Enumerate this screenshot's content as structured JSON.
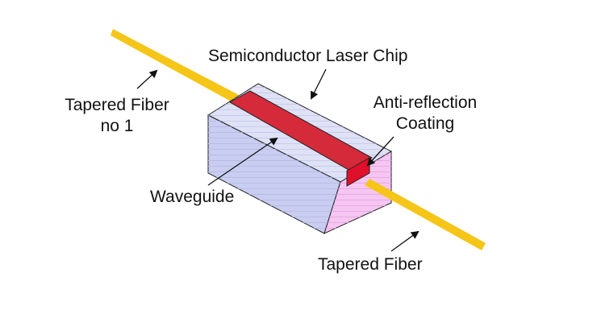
{
  "labels": {
    "chip": "Semiconductor Laser Chip",
    "fiber1_line1": "Tapered Fiber",
    "fiber1_line2": "no 1",
    "ar_line1": "Anti-reflection",
    "ar_line2": "Coating",
    "waveguide": "Waveguide",
    "fiber2": "Tapered Fiber"
  },
  "colors": {
    "fiber": "#f5c518",
    "waveguide": "#d42a3a",
    "chip_top": "#dfe2f6",
    "chip_front": "#c9cdf1",
    "chip_side": "#f6c6f2",
    "stripe": "#b9bedf",
    "outline": "#222222"
  }
}
